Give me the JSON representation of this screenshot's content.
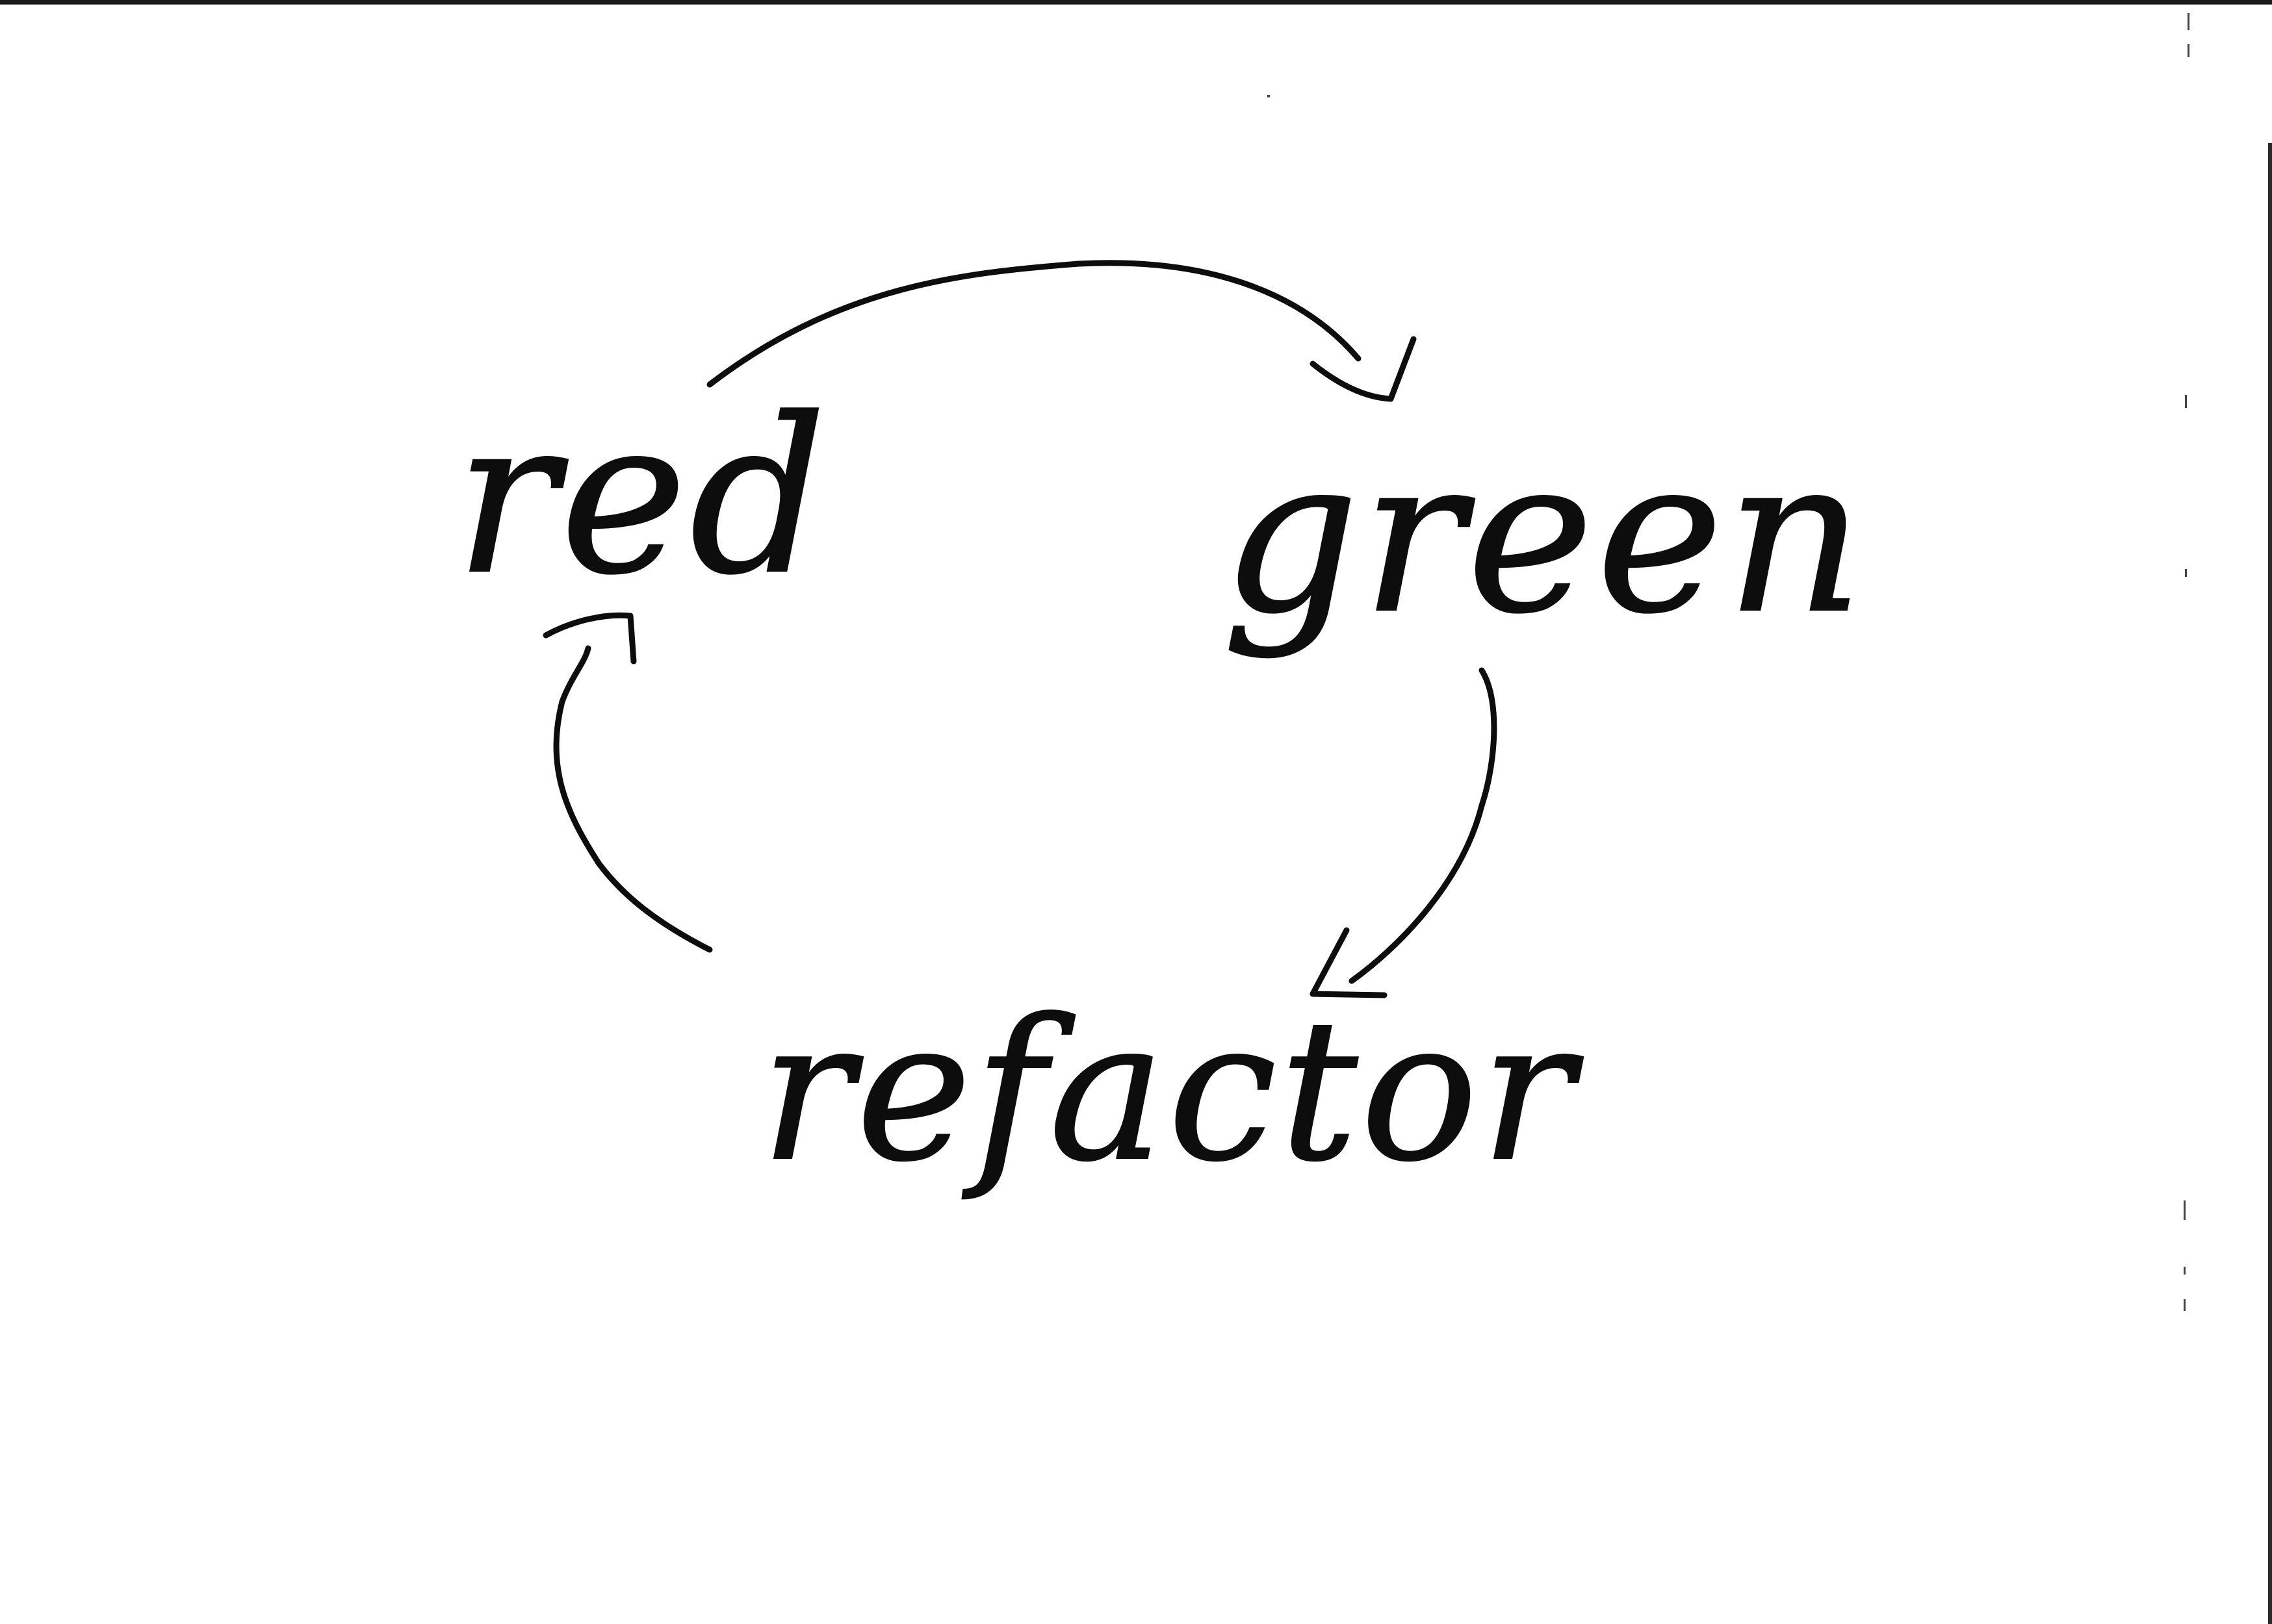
{
  "diagram": {
    "nodes": [
      {
        "id": "red",
        "label": "red"
      },
      {
        "id": "green",
        "label": "green"
      },
      {
        "id": "refactor",
        "label": "refactor"
      }
    ],
    "edges": [
      {
        "from": "red",
        "to": "green"
      },
      {
        "from": "green",
        "to": "refactor"
      },
      {
        "from": "refactor",
        "to": "red"
      }
    ],
    "ink_color": "#0d0d0d",
    "background_color": "#ffffff"
  }
}
